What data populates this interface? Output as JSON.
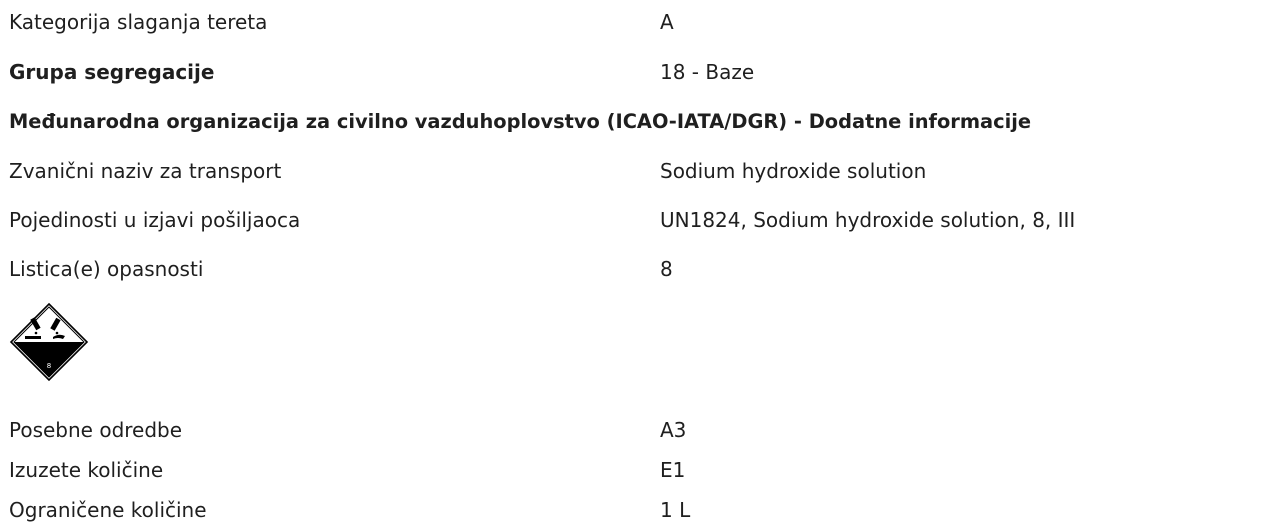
{
  "rows_top": [
    {
      "label": "Kategorija slaganja tereta",
      "value": "A",
      "bold": false
    },
    {
      "label": "Grupa segregacije",
      "value": "18 - Baze",
      "bold": true
    }
  ],
  "section_title": "Međunarodna organizacija za civilno vazduhoplovstvo (ICAO-IATA/DGR) - Dodatne informacije",
  "rows_mid": [
    {
      "label": "Zvanični naziv za transport",
      "value": "Sodium hydroxide solution"
    },
    {
      "label": "Pojedinosti u izjavi pošiljaoca",
      "value": "UN1824, Sodium hydroxide solution, 8, III"
    },
    {
      "label": "Listica(e) opasnosti",
      "value": "8"
    }
  ],
  "pictogram": {
    "icon": "corrosive-hazard-label-icon",
    "class_number": "8",
    "color": "#000000"
  },
  "rows_bottom": [
    {
      "label": "Posebne odredbe",
      "value": "A3"
    },
    {
      "label": "Izuzete količine",
      "value": "E1"
    },
    {
      "label": "Ograničene količine",
      "value": "1 L"
    }
  ]
}
